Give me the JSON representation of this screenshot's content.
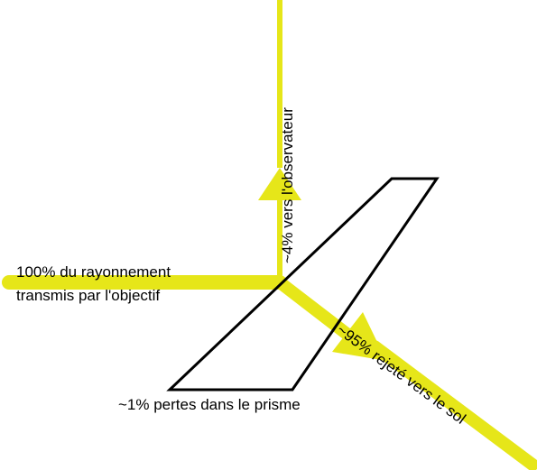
{
  "diagram": {
    "labels": {
      "incoming_line1": "100% du rayonnement",
      "incoming_line2": "transmis par l'objectif",
      "observer": "~4% vers l'observateur",
      "rejected": "~95% rejeté vers le sol",
      "losses": "~1% pertes dans le prisme"
    },
    "colors": {
      "beam": "#e6e619",
      "prism_outline": "#000000",
      "background": "#ffffff",
      "text": "#000000"
    }
  }
}
